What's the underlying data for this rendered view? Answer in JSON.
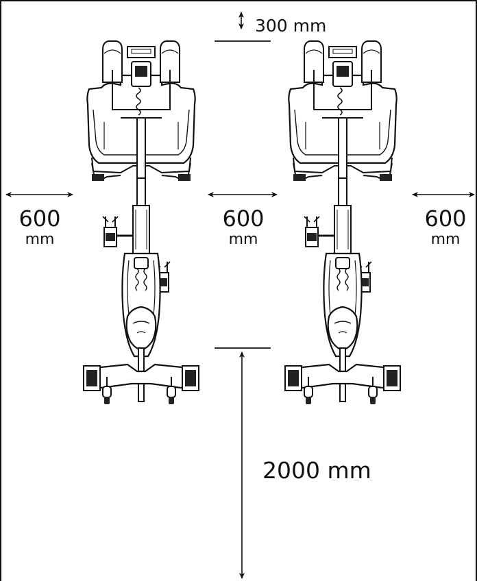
{
  "labels": {
    "top_clearance": "300 mm",
    "left_num": "600",
    "left_unit": "mm",
    "middle_num": "600",
    "middle_unit": "mm",
    "right_num": "600",
    "right_unit": "mm",
    "rear_clearance": "2000 mm"
  },
  "colors": {
    "ink": "#111111",
    "fill_light": "#ffffff",
    "fill_dark": "#222222"
  },
  "equipment": {
    "count": 2,
    "type": "indoor-cycle-top-view"
  }
}
